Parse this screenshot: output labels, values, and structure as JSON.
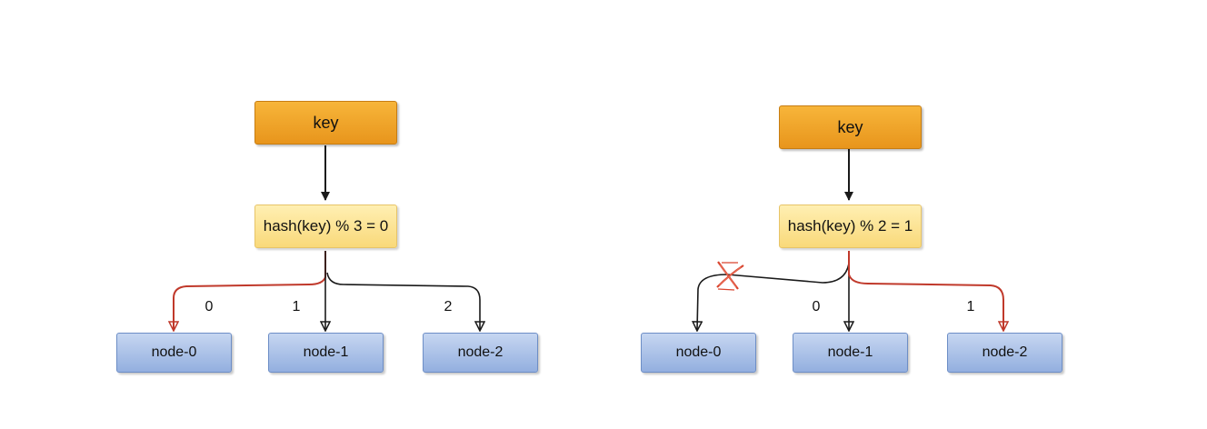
{
  "left": {
    "key": "key",
    "hash": "hash(key) % 3 = 0",
    "nodes": [
      "node-0",
      "node-1",
      "node-2"
    ],
    "edge_labels": [
      "0",
      "1",
      "2"
    ]
  },
  "right": {
    "key": "key",
    "hash": "hash(key) % 2 = 1",
    "nodes": [
      "node-0",
      "node-1",
      "node-2"
    ],
    "edge_labels": [
      "0",
      "1"
    ],
    "removed_mark": "X"
  },
  "colors": {
    "arrow_default": "#1a1a1a",
    "arrow_selected": "#c0392b",
    "removed_mark": "#e0533f"
  }
}
